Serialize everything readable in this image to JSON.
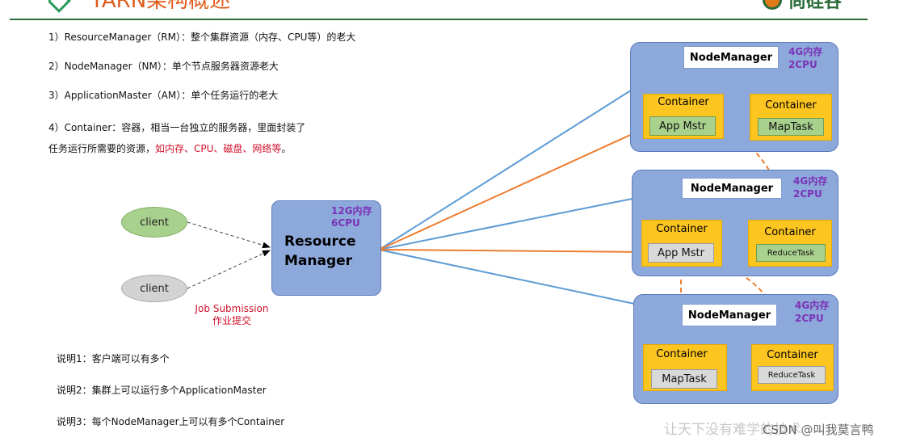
{
  "header": {
    "title": "YARN架构概述",
    "brand": "尚硅谷",
    "brand_color": "#2a6b38",
    "title_color": "#e05a1a"
  },
  "descriptions": [
    "1）ResourceManager（RM）：整个集群资源（内存、CPU等）的老大",
    "2）NodeManager（NM）：单个节点服务器资源老大",
    "3）ApplicationMaster（AM）：单个任务运行的老大",
    "4）Container：容器，相当一台独立的服务器，里面封装了"
  ],
  "description_last": {
    "prefix": "任务运行所需要的资源，",
    "highlight": "如内存、CPU、磁盘、网络等",
    "suffix": "。"
  },
  "clients": [
    "client",
    "client"
  ],
  "job_submission": {
    "en": "Job Submission",
    "zh": "作业提交"
  },
  "resource_manager": {
    "name_line1": "Resource",
    "name_line2": "Manager",
    "res_line1": "12G内存",
    "res_line2": "6CPU"
  },
  "nodes": [
    {
      "manager": "NodeManager",
      "res_line1": "4G内存",
      "res_line2": "2CPU",
      "containers": [
        {
          "label": "Container",
          "task": "App Mstr",
          "task_style": "green"
        },
        {
          "label": "Container",
          "task": "MapTask",
          "task_style": "green"
        }
      ]
    },
    {
      "manager": "NodeManager",
      "res_line1": "4G内存",
      "res_line2": "2CPU",
      "containers": [
        {
          "label": "Container",
          "task": "App Mstr",
          "task_style": "grey"
        },
        {
          "label": "Container",
          "task": "ReduceTask",
          "task_style": "green"
        }
      ]
    },
    {
      "manager": "NodeManager",
      "res_line1": "4G内存",
      "res_line2": "2CPU",
      "containers": [
        {
          "label": "Container",
          "task": "MapTask",
          "task_style": "grey"
        },
        {
          "label": "Container",
          "task": "ReduceTask",
          "task_style": "grey"
        }
      ]
    }
  ],
  "notes": [
    "说明1：客户端可以有多个",
    "说明2：集群上可以运行多个ApplicationMaster",
    "说明3：每个NodeManager上可以有多个Container"
  ],
  "watermark": {
    "slogan": "让天下没有难学的技术",
    "csdn": "CSDN @叫我莫言鸭"
  },
  "colors": {
    "rm_fill": "#8da9dc",
    "node_fill": "#8da9dc",
    "container_fill": "#fcc520",
    "task_green": "#a9d18e",
    "task_grey": "#d9d9d9",
    "arrow_blue": "#5b9bd5",
    "arrow_orange": "#ed7d31",
    "resource_text": "#7a32b5",
    "highlight_red": "#d0112b"
  }
}
